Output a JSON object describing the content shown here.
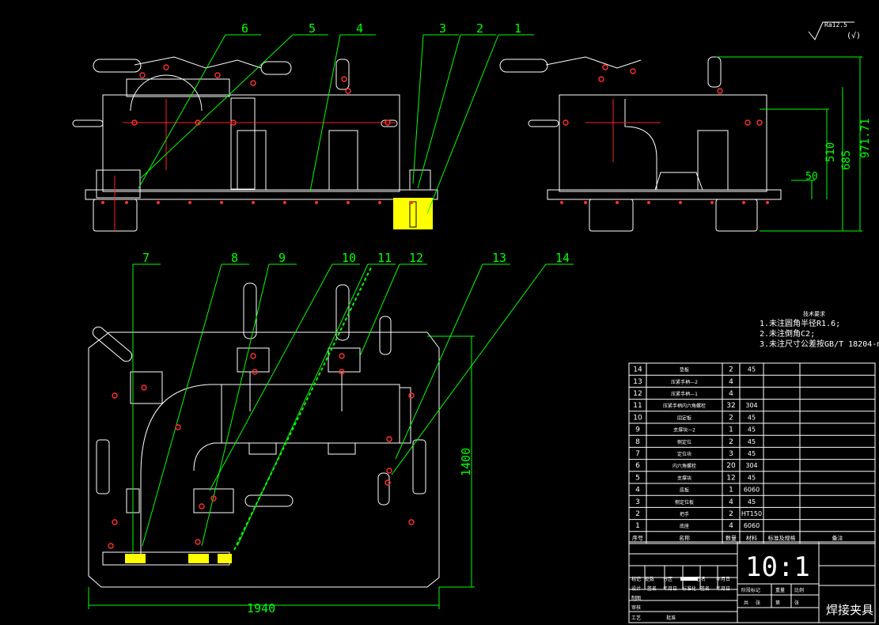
{
  "colors": {
    "background": "#000000",
    "outline": "#ffffff",
    "leader": "#00ff00",
    "center": "#ff2020",
    "highlight": "#ffff00",
    "bolt": "#ff3030",
    "text": "#ffffff"
  },
  "roughness": {
    "symbol": "Ra12.5",
    "paren": "(√)"
  },
  "callouts_top": [
    "6",
    "5",
    "4",
    "3",
    "2",
    "1"
  ],
  "callouts_bottom": [
    "7",
    "8",
    "9",
    "10",
    "11",
    "12",
    "13",
    "14"
  ],
  "dimensions": {
    "height_1": "971.71",
    "height_2": "685",
    "height_3": "510",
    "height_4": "50",
    "plan_height": "1400",
    "plan_width": "1940"
  },
  "tech_notes": {
    "title": "技术要求",
    "lines": [
      "1.未注圆角半径R1.6;",
      "2.未注倒角C2;",
      "3.未注尺寸公差按GB/T 18204-m."
    ]
  },
  "bom": {
    "rows": [
      {
        "no": "14",
        "name": "垫板",
        "qty": "2",
        "mat": "45"
      },
      {
        "no": "13",
        "name": "压紧手柄—2",
        "qty": "4",
        "mat": ""
      },
      {
        "no": "12",
        "name": "压紧手柄—1",
        "qty": "4",
        "mat": ""
      },
      {
        "no": "11",
        "name": "压紧手柄内六角螺栓",
        "qty": "32",
        "mat": "304"
      },
      {
        "no": "10",
        "name": "固定板",
        "qty": "2",
        "mat": "45"
      },
      {
        "no": "9",
        "name": "支撑块—2",
        "qty": "1",
        "mat": "45"
      },
      {
        "no": "8",
        "name": "侧定位",
        "qty": "2",
        "mat": "45"
      },
      {
        "no": "7",
        "name": "定位块",
        "qty": "3",
        "mat": "45"
      },
      {
        "no": "6",
        "name": "内六角螺栓",
        "qty": "20",
        "mat": "304"
      },
      {
        "no": "5",
        "name": "支撑块",
        "qty": "12",
        "mat": "45"
      },
      {
        "no": "4",
        "name": "底板",
        "qty": "1",
        "mat": "6060"
      },
      {
        "no": "3",
        "name": "侧定位板",
        "qty": "4",
        "mat": "45"
      },
      {
        "no": "2",
        "name": "把手",
        "qty": "2",
        "mat": "HT150"
      },
      {
        "no": "1",
        "name": "底座",
        "qty": "4",
        "mat": "6060"
      }
    ],
    "header": {
      "no": "序号",
      "name": "名称",
      "qty": "数量",
      "mat": "材料",
      "std": "标准及规格",
      "note": "备注"
    }
  },
  "title_block": {
    "scale": "10:1",
    "title": "焊接夹具",
    "row1": [
      "标记",
      "处数",
      "分区",
      "",
      "签名",
      "年月日"
    ],
    "row2": [
      "设计",
      "签名",
      "年月日",
      "标准化",
      "签名",
      "年月日"
    ],
    "row3": [
      "制图"
    ],
    "row4": [
      "审核"
    ],
    "row5": [
      "工艺",
      "",
      "批准"
    ],
    "stage": "阶段标记",
    "weight": "重量",
    "ratio": "比例",
    "sheet": [
      "共",
      "张",
      "第",
      "张"
    ]
  }
}
